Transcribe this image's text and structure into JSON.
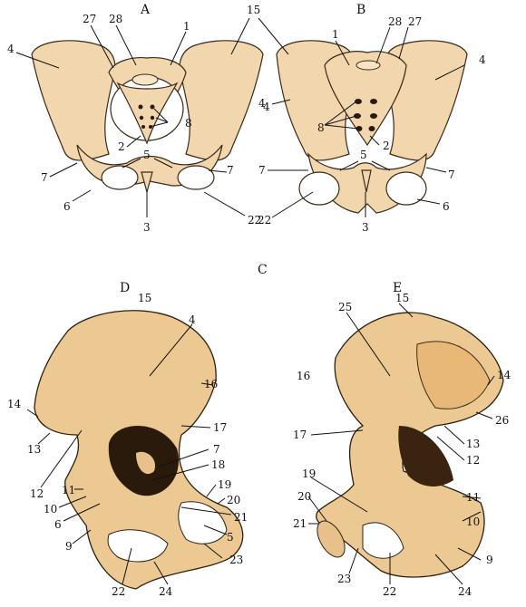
{
  "panels": {
    "A": "A",
    "B": "B",
    "C": "C",
    "D": "D",
    "E": "E"
  },
  "labels": {
    "A": {
      "n27": "27",
      "n28": "28",
      "n1": "1",
      "n15": "15",
      "n4a": "4",
      "n4b": "4",
      "n8": "8",
      "n2": "2",
      "n5": "5",
      "n7a": "7",
      "n7b": "7",
      "n6": "6",
      "n3": "3",
      "n22": "22"
    },
    "B": {
      "n1": "1",
      "n28": "28",
      "n27": "27",
      "n4a": "4",
      "n4b": "4",
      "n8": "8",
      "n2": "2",
      "n5": "5",
      "n7a": "7",
      "n7b": "7",
      "n22": "22",
      "n3": "3",
      "n6": "6"
    },
    "D": {
      "n15": "15",
      "n4": "4",
      "n16": "16",
      "n14": "14",
      "n13": "13",
      "n17": "17",
      "n12": "12",
      "n7": "7",
      "n18": "18",
      "n19": "19",
      "n20": "20",
      "n11": "11",
      "n21": "21",
      "n10": "10",
      "n6": "6",
      "n5": "5",
      "n9": "9",
      "n23": "23",
      "n22": "22",
      "n24": "24"
    },
    "E": {
      "n15": "15",
      "n25": "25",
      "n16": "16",
      "n14": "14",
      "n26": "26",
      "n17": "17",
      "n13": "13",
      "n12": "12",
      "n19": "19",
      "n11": "11",
      "n20": "20",
      "n10": "10",
      "n21": "21",
      "n9": "9",
      "n23": "23",
      "n22": "22",
      "n24": "24"
    }
  },
  "colors": {
    "bone": "#f1d6ae",
    "bone_shadow": "#c99a5c",
    "dark": "#2a1a0c"
  }
}
